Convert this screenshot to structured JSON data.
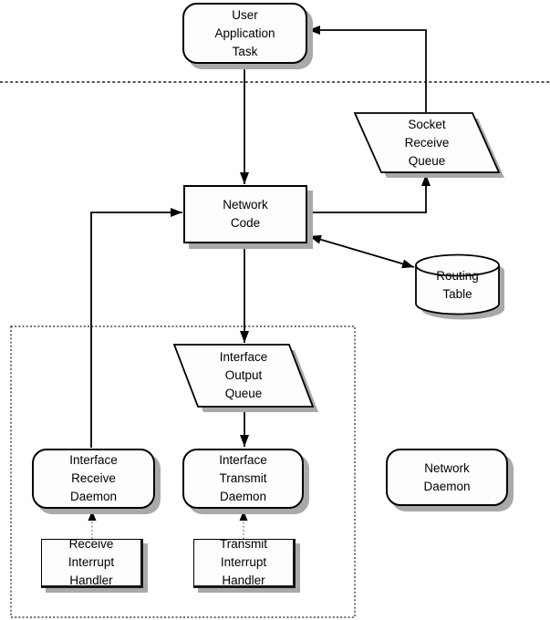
{
  "diagram": {
    "title": "network-io-architecture-diagram",
    "colors": {
      "background": "#ffffff",
      "node_fill": "#fdfdfd",
      "stroke": "#000000",
      "shadow": "#a9a9a9",
      "dotted_line": "#1a1a1a"
    },
    "nodes": {
      "user_application_task": {
        "label": "User\nApplication\nTask",
        "shape": "rounded-rect"
      },
      "socket_receive_queue": {
        "label": "Socket\nReceive\nQueue",
        "shape": "parallelogram"
      },
      "network_code": {
        "label": "Network\nCode",
        "shape": "rect"
      },
      "routing_table": {
        "label": "Routing\nTable",
        "shape": "cylinder"
      },
      "interface_output_queue": {
        "label": "Interface\nOutput\nQueue",
        "shape": "parallelogram"
      },
      "interface_receive_daemon": {
        "label": "Interface\nReceive\nDaemon",
        "shape": "rounded-rect"
      },
      "interface_transmit_daemon": {
        "label": "Interface\nTransmit\nDaemon",
        "shape": "rounded-rect"
      },
      "network_daemon": {
        "label": "Network\nDaemon",
        "shape": "rounded-rect"
      },
      "receive_interrupt_handler": {
        "label": "Receive\nInterrupt\nHandler",
        "shape": "shadowed-rect"
      },
      "transmit_interrupt_handler": {
        "label": "Transmit\nInterrupt\nHandler",
        "shape": "shadowed-rect"
      }
    },
    "edges": [
      {
        "from": "user_application_task",
        "to": "network_code",
        "style": "solid-arrow"
      },
      {
        "from": "interface_receive_daemon",
        "to": "network_code",
        "style": "solid-arrow"
      },
      {
        "from": "network_code",
        "to": "socket_receive_queue",
        "style": "solid-arrow"
      },
      {
        "from": "socket_receive_queue",
        "to": "user_application_task",
        "style": "solid-arrow"
      },
      {
        "from": "network_code",
        "to": "routing_table",
        "style": "double-headed-arrow"
      },
      {
        "from": "network_code",
        "to": "interface_output_queue",
        "style": "solid-arrow"
      },
      {
        "from": "interface_output_queue",
        "to": "interface_transmit_daemon",
        "style": "solid-arrow"
      },
      {
        "from": "receive_interrupt_handler",
        "to": "interface_receive_daemon",
        "style": "dotted-arrow"
      },
      {
        "from": "transmit_interrupt_handler",
        "to": "interface_transmit_daemon",
        "style": "dotted-arrow"
      }
    ],
    "regions": [
      {
        "name": "horizontal-dotted-separator",
        "style": "dotted-line-full-width"
      },
      {
        "name": "driver-boundary-box",
        "style": "dotted-rectangle"
      }
    ]
  }
}
